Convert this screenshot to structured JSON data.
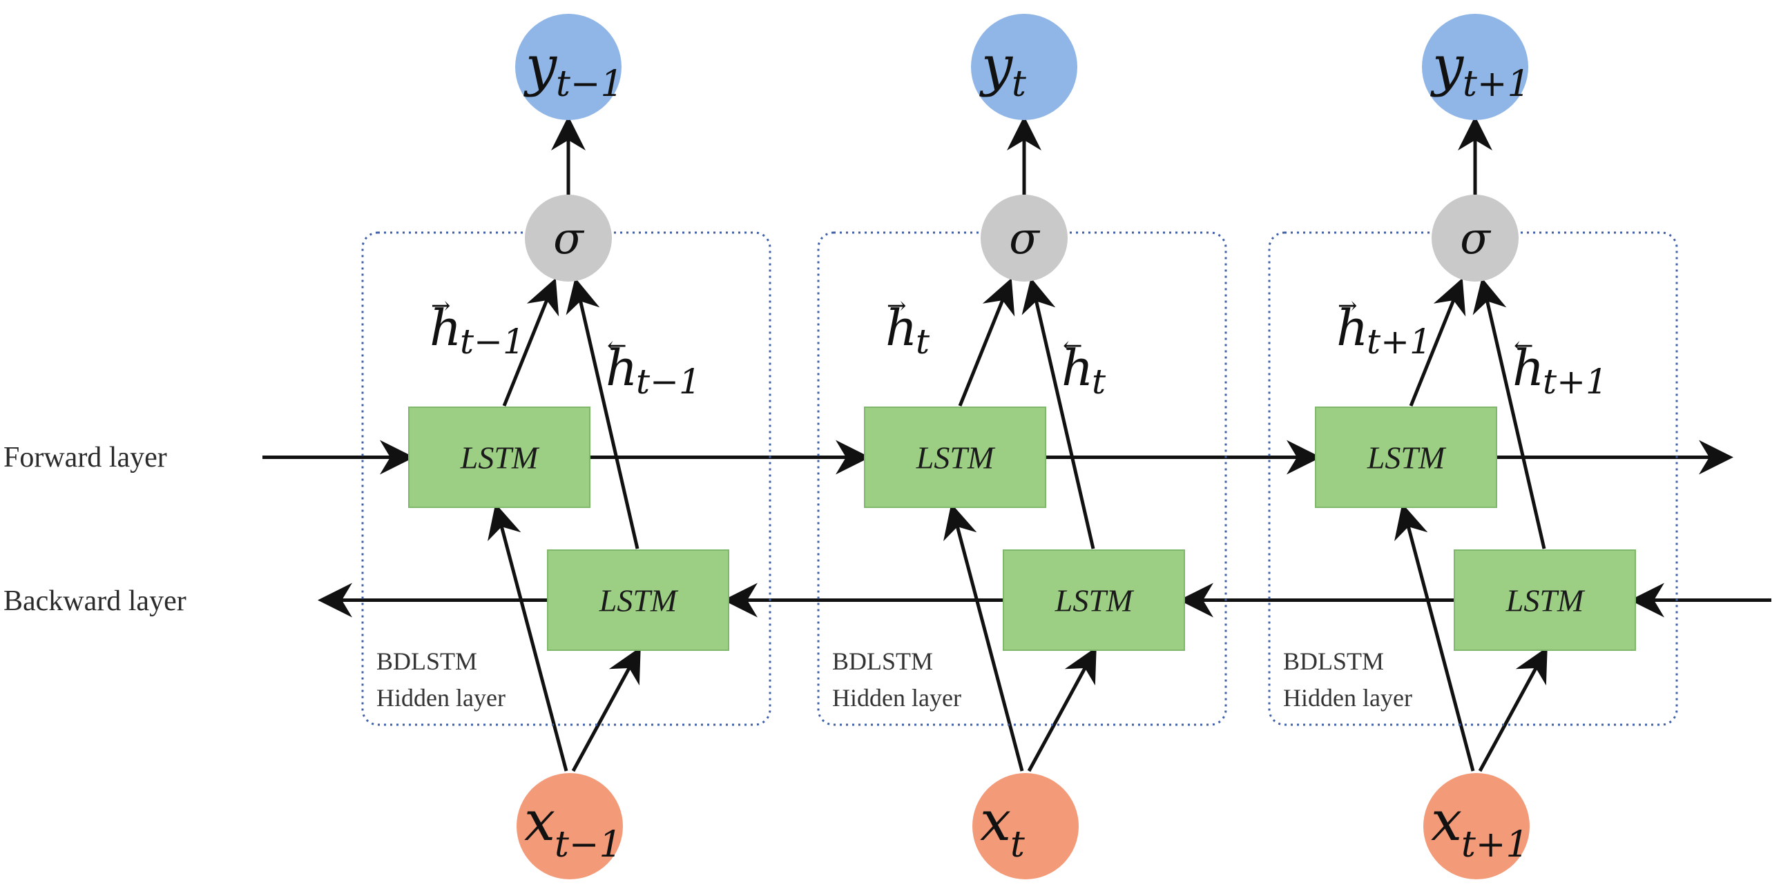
{
  "colors": {
    "lstm_fill": "#9ccf84",
    "lstm_stroke": "#7fb86a",
    "output_fill": "#8fb6e6",
    "input_fill": "#f39a78",
    "sigma_fill": "#c9c9c9",
    "dotted_border": "#3f5fa8",
    "arrow": "#111111"
  },
  "rows": {
    "forward_label": "Forward layer",
    "backward_label": "Backward layer"
  },
  "blocks": [
    {
      "box_label_line1": "BDLSTM",
      "box_label_line2": "Hidden layer",
      "forward_lstm": "LSTM",
      "backward_lstm": "LSTM",
      "sigma": "σ",
      "output": {
        "base": "y",
        "sub": "t−1"
      },
      "input": {
        "base": "x",
        "sub": "t−1"
      },
      "h_forward": {
        "base": "h",
        "arrow": "→",
        "sub": "t−1"
      },
      "h_backward": {
        "base": "h",
        "arrow": "←",
        "sub": "t−1"
      }
    },
    {
      "box_label_line1": "BDLSTM",
      "box_label_line2": "Hidden layer",
      "forward_lstm": "LSTM",
      "backward_lstm": "LSTM",
      "sigma": "σ",
      "output": {
        "base": "y",
        "sub": "t"
      },
      "input": {
        "base": "x",
        "sub": "t"
      },
      "h_forward": {
        "base": "h",
        "arrow": "→",
        "sub": "t"
      },
      "h_backward": {
        "base": "h",
        "arrow": "←",
        "sub": "t"
      }
    },
    {
      "box_label_line1": "BDLSTM",
      "box_label_line2": "Hidden layer",
      "forward_lstm": "LSTM",
      "backward_lstm": "LSTM",
      "sigma": "σ",
      "output": {
        "base": "y",
        "sub": "t+1"
      },
      "input": {
        "base": "x",
        "sub": "t+1"
      },
      "h_forward": {
        "base": "h",
        "arrow": "→",
        "sub": "t+1"
      },
      "h_backward": {
        "base": "h",
        "arrow": "←",
        "sub": "t+1"
      }
    }
  ]
}
